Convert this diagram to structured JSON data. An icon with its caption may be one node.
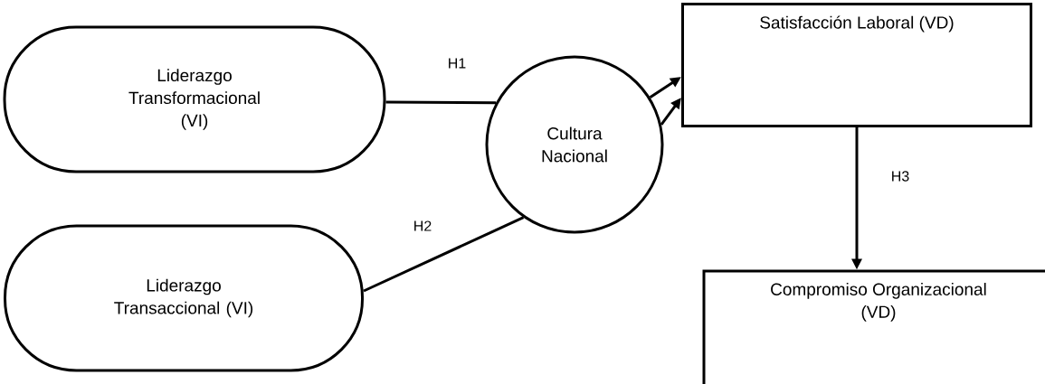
{
  "diagram": {
    "nodes": [
      {
        "text": [
          "Liderazgo Transformacional (VI)"
        ]
      },
      {
        "text": [
          "Liderazgo Transaccional (VI)"
        ]
      },
      {
        "text": [
          "Cultura Nacional"
        ]
      },
      {
        "text": [
          "Satisfacción Laboral (VD)"
        ]
      },
      {
        "text": [
          "Compromiso Organizacional (VD)"
        ]
      }
    ],
    "edges": [
      {
        "from": 0,
        "to": 2,
        "arrow": "none",
        "label": "H1"
      },
      {
        "from": 1,
        "to": 2,
        "arrow": "none",
        "label": "H2"
      },
      {
        "from": 2,
        "to": 3,
        "arrow": "to"
      },
      {
        "from": 2,
        "to": 3,
        "arrow": "to"
      },
      {
        "from": 3,
        "to": 4,
        "arrow": "to",
        "label": "H3"
      }
    ]
  }
}
